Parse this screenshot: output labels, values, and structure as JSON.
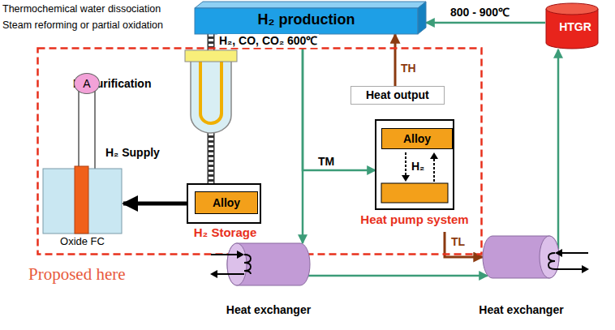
{
  "diagram": {
    "nodes": [
      {
        "text": [
          "H₂ production"
        ]
      },
      {
        "text": [
          "HTGR"
        ]
      },
      {
        "text": [
          "Proposed here"
        ]
      },
      {
        "text": [
          "H₂ purification"
        ],
        "in": 2
      },
      {
        "text": [
          "Heat output"
        ],
        "in": 2
      },
      {
        "text": [
          "A"
        ],
        "in": 2
      },
      {
        "text": [
          "Oxide FC"
        ],
        "in": 2
      },
      {
        "text": [
          "H₂ Storage"
        ],
        "in": 2
      },
      {
        "text": [
          "Alloy"
        ],
        "in": 7
      },
      {
        "text": [
          "Heat pump system"
        ],
        "in": 2
      },
      {
        "text": [
          "Alloy"
        ],
        "in": 9
      },
      {
        "text": [
          "Heat exchanger"
        ]
      },
      {
        "text": [
          "Heat exchanger"
        ]
      }
    ],
    "edges": [
      {
        "from": 1,
        "to": 0,
        "arrow": "to",
        "label": "800 - 900℃"
      },
      {
        "from": 4,
        "to": 0,
        "arrow": "to",
        "label": "TH"
      },
      {
        "from": 0,
        "to": 3,
        "arrow": "none",
        "label": "H₂, CO, CO₂ 600℃"
      },
      {
        "from": 3,
        "to": 7,
        "arrow": "none"
      },
      {
        "from": 7,
        "to": 6,
        "arrow": "to"
      },
      {
        "from": 6,
        "to": 5,
        "arrow": "none"
      },
      {
        "from": 0,
        "to": 11,
        "arrow": "to"
      },
      {
        "from": 0,
        "to": 9,
        "arrow": "to",
        "label": "TM"
      },
      {
        "from": 9,
        "to": 12,
        "arrow": "to",
        "label": "TL"
      },
      {
        "from": 11,
        "to": 12,
        "arrow": "to"
      },
      {
        "from": 12,
        "to": 1,
        "arrow": "to"
      }
    ],
    "labels": [
      "Thermochemical water dissociation",
      "Steam reforming or partial oxidation",
      "H₂ Supply",
      "H₂"
    ]
  }
}
